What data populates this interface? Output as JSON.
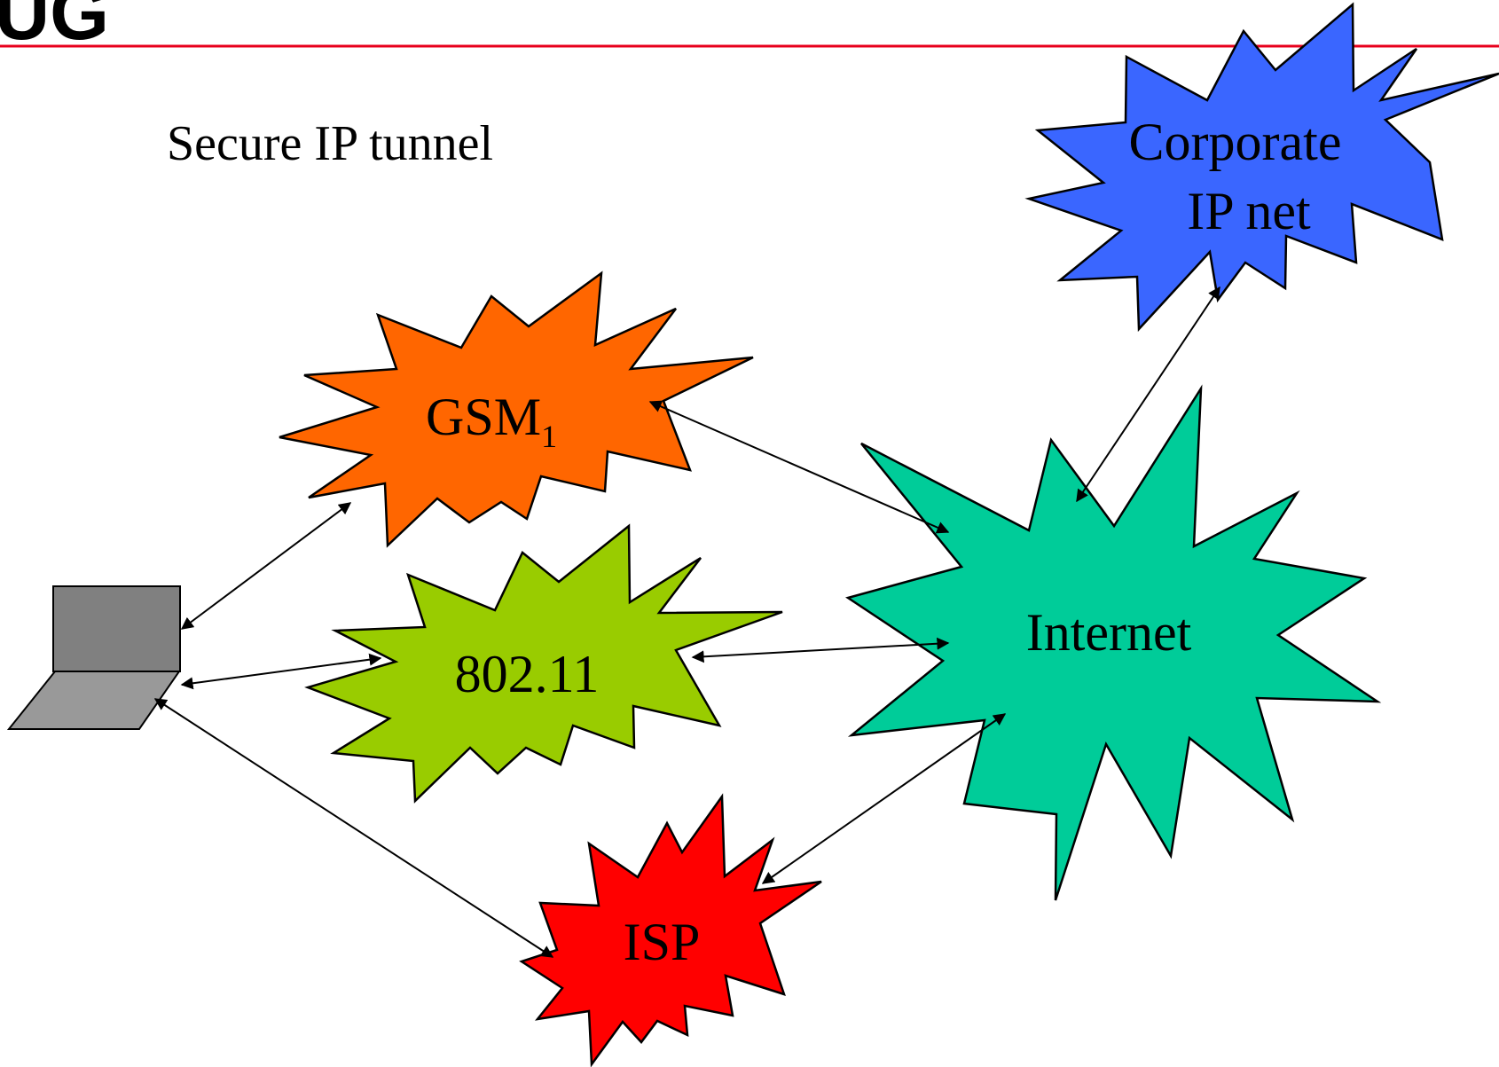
{
  "header": {
    "logo_text": "UG",
    "rule_color": "#e8001c"
  },
  "caption": "Secure IP tunnel",
  "nodes": {
    "corporate": {
      "line1": "Corporate",
      "line2": "IP net",
      "color": "#3a66ff"
    },
    "gsm": {
      "label": "GSM",
      "subscript": "1",
      "color": "#ff6600"
    },
    "wlan": {
      "label": "802.11",
      "color": "#99cc00"
    },
    "internet": {
      "label": "Internet",
      "color": "#00cc99"
    },
    "isp": {
      "label": "ISP",
      "color": "#ff0000"
    }
  },
  "laptop": {
    "icon": "laptop-icon",
    "screen_color": "#808080",
    "base_color": "#999999"
  }
}
